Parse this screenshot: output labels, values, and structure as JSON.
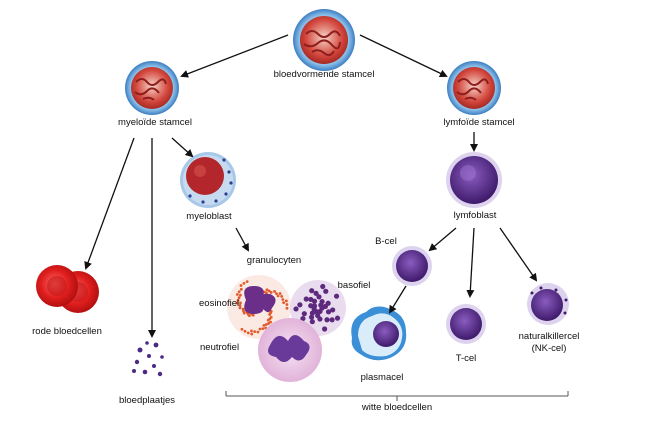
{
  "labels": {
    "stem": "bloedvormende stamcel",
    "myeloid": "myeloïde stamcel",
    "lymphoid": "lymfoïde stamcel",
    "myeloblast": "myeloblast",
    "lymphoblast": "lymfoblast",
    "granulocytes": "granulocyten",
    "bcell": "B-cel",
    "basophil": "basofiel",
    "eosinophil": "eosinofiel",
    "neutrophil": "neutrofiel",
    "rbc": "rode bloedcellen",
    "platelets": "bloedplaatjes",
    "plasma": "plasmacel",
    "tcell": "T-cel",
    "nk_line1": "naturalkillercel",
    "nk_line2": "(NK-cel)",
    "wbc": "witte bloedcellen"
  },
  "colors": {
    "arrow": "#111111",
    "stem_core": "#c0392b",
    "stem_rim": "#5b9bd5",
    "rbc": "#d7191c",
    "lymph_core": "#5b2a86",
    "lymph_rim": "#c7b6e2",
    "eosin_dots": "#e25b2a",
    "baso_dots": "#5e2a7e",
    "neutro": "#e7bfe0"
  }
}
